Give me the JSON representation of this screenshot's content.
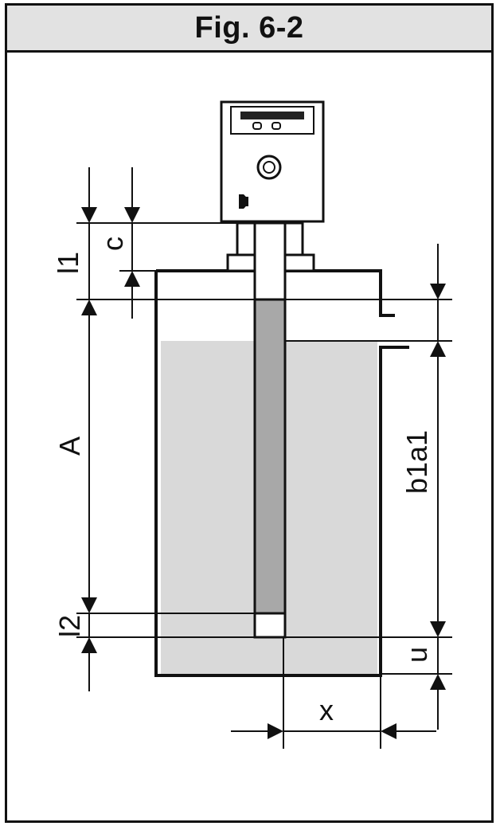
{
  "figure": {
    "title": "Fig. 6-2"
  },
  "labels": {
    "l1": "l1",
    "c": "c",
    "A": "A",
    "l2": "l2",
    "b1a1": "b1a1",
    "u": "u",
    "x": "x"
  },
  "colors": {
    "header_bg": "#e2e2e2",
    "liquid": "#d9d9d9",
    "probe_rod": "#a8a8a8",
    "line": "#111111"
  }
}
